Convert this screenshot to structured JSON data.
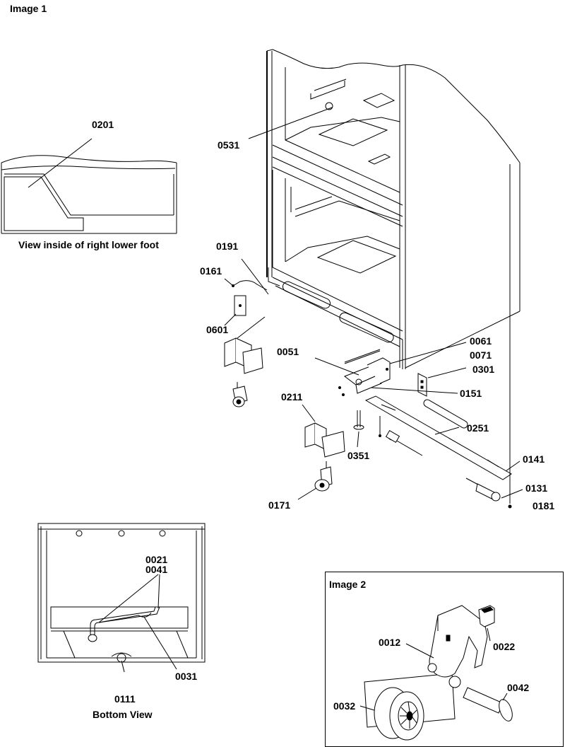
{
  "image1": {
    "title": "Image 1",
    "callouts": {
      "c0201": "0201",
      "c0531": "0531",
      "c0191": "0191",
      "c0161": "0161",
      "c0601": "0601",
      "c0061": "0061",
      "c0071": "0071",
      "c0051": "0051",
      "c0301": "0301",
      "c0151": "0151",
      "c0211": "0211",
      "c0251": "0251",
      "c0351": "0351",
      "c0141": "0141",
      "c0131": "0131",
      "c0171": "0171",
      "c0181": "0181",
      "c0021": "0021",
      "c0041": "0041",
      "c0031": "0031",
      "c0111": "0111"
    },
    "captions": {
      "inset_foot": "View inside of right lower foot",
      "bottom_view": "Bottom View"
    }
  },
  "image2": {
    "title": "Image 2",
    "callouts": {
      "c0012": "0012",
      "c0022": "0022",
      "c0032": "0032",
      "c0042": "0042"
    }
  }
}
